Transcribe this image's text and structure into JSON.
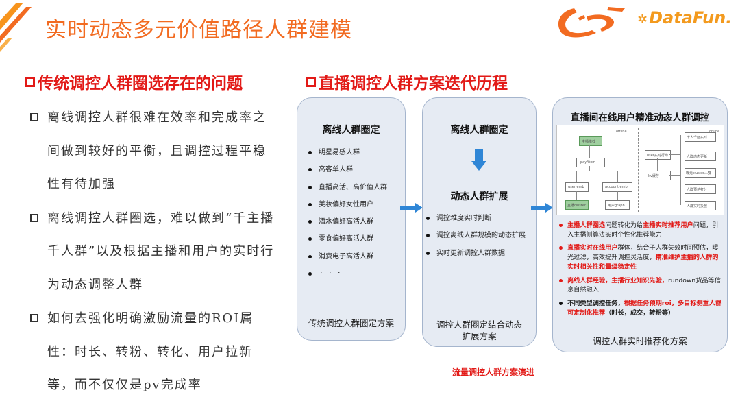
{
  "slide_title": "实时动态多元价值路径人群建模",
  "brand": {
    "logo_text": "DataFun.",
    "accent": "#f26b21",
    "heading_red": "#e21a17",
    "arrow_blue": "#2f86d6",
    "panel_fill": "#e6ebf3"
  },
  "left_section": {
    "heading": "传统调控人群圈选存在的问题",
    "items": [
      "离线调控人群很难在效率和完成率之间做到较好的平衡，且调控过程平稳性有待加强",
      "离线调控人群圈选，难以做到“千主播千人群”以及根据主播和用户的实时行为动态调整人群",
      "如何去强化明确激励流量的ROI属性：时长、转粉、转化、用户拉新等，而不仅仅是pv完成率"
    ]
  },
  "right_section": {
    "heading": "直播调控人群方案迭代历程",
    "caption": "流量调控人群方案演进",
    "panel1": {
      "title": "离线人群圈定",
      "items": [
        "明星易感人群",
        "高客单人群",
        "直播高活、高价值人群",
        "美妆偏好女性用户",
        "酒水偏好高活人群",
        "零食偏好高活人群",
        "消费电子高活人群"
      ],
      "ellipsis": ". . .",
      "footer": "传统调控人群圈定方案"
    },
    "panel2": {
      "title": "离线人群圈定",
      "subtitle": "动态人群扩展",
      "items": [
        "调控难度实时判断",
        "调控离线人群规模的动态扩展",
        "实时更新调控人群数据"
      ],
      "footer_line1": "调控人群圈定结合动态",
      "footer_line2": "扩展方案"
    },
    "panel3": {
      "title": "直播间在线用户精准动态人群调控",
      "flow_labels": {
        "offline": "offline",
        "online": "online",
        "n1": "主播推荐",
        "n2": "pay/item",
        "n3": "user emb",
        "n4": "account emb",
        "n5": "直播cluster",
        "n6": "用户graph",
        "n7": "user实时行为",
        "n8": "kv缓存",
        "n9": "千人千面实时",
        "n10": "人群动态更新",
        "n11": "曝光cluster人群",
        "n12": "人群预估打分",
        "n13": "人群实时投放"
      },
      "bullets": [
        {
          "parts": [
            {
              "text": "主播人群圈选",
              "style": "red"
            },
            {
              "text": "问题转化为给",
              "style": "normal"
            },
            {
              "text": "主播实时推荐用户",
              "style": "red"
            },
            {
              "text": "问题，引入主播侧算法实时个性化推荐能力",
              "style": "normal"
            }
          ],
          "dot": "red"
        },
        {
          "parts": [
            {
              "text": "直播实时在线用户",
              "style": "red"
            },
            {
              "text": "群体，结合子人群失效时间预估，曝光过滤，高效提升调控灵活度，",
              "style": "normal"
            },
            {
              "text": "精准维护主播的人群的实时相关性和量级稳定性",
              "style": "red"
            }
          ],
          "dot": "red"
        },
        {
          "parts": [
            {
              "text": "离线人群经验，主播行业知识先验，",
              "style": "red"
            },
            {
              "text": "rundown货品等信息自然融入",
              "style": "normal"
            }
          ],
          "dot": "red"
        },
        {
          "parts": [
            {
              "text": "不同类型调控任务，",
              "style": "bold"
            },
            {
              "text": "根据任务预期roi，多目标侧重人群可定制化推荐",
              "style": "red"
            },
            {
              "text": "（时长，成交，转粉等）",
              "style": "bold"
            }
          ],
          "dot": "black"
        }
      ],
      "footer": "调控人群实时推荐化方案"
    }
  }
}
